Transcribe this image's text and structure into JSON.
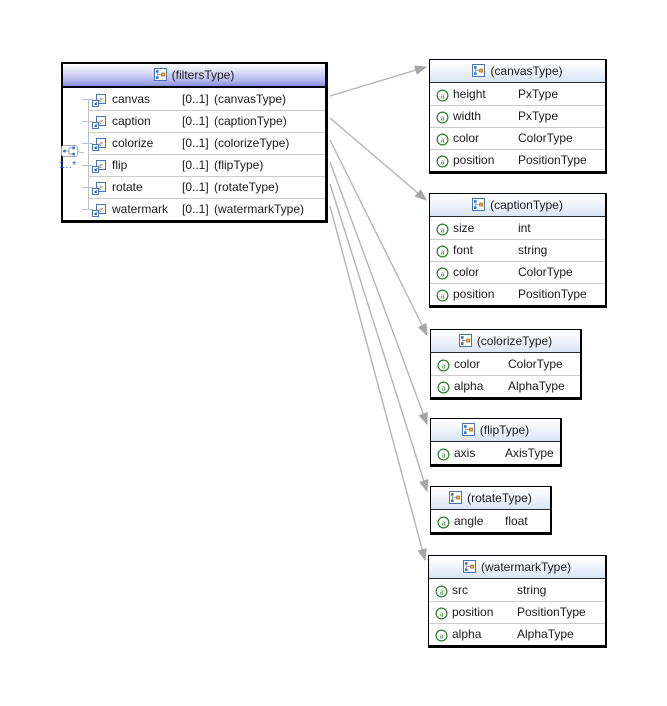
{
  "colors": {
    "selected_header_bottom": "#8a90dd",
    "type_header_bottom": "#d9e4f5",
    "connector_line": "#b5b5b5",
    "attribute_icon_green": "#2e7d32",
    "element_icon_blue": "#4575b4",
    "cardinality_blue": "#2b4fd8"
  },
  "main_box": {
    "title": "(filtersType)",
    "compositor": {
      "icon": "sequence-icon",
      "cardinality": "1..*"
    },
    "rows": [
      {
        "name": "canvas",
        "card": "[0..1]",
        "type": "(canvasType)"
      },
      {
        "name": "caption",
        "card": "[0..1]",
        "type": "(captionType)"
      },
      {
        "name": "colorize",
        "card": "[0..1]",
        "type": "(colorizeType)"
      },
      {
        "name": "flip",
        "card": "[0..1]",
        "type": "(flipType)"
      },
      {
        "name": "rotate",
        "card": "[0..1]",
        "type": "(rotateType)"
      },
      {
        "name": "watermark",
        "card": "[0..1]",
        "type": "(watermarkType)"
      }
    ]
  },
  "type_boxes": [
    {
      "title": "(canvasType)",
      "rows": [
        {
          "name": "height",
          "type": "PxType"
        },
        {
          "name": "width",
          "type": "PxType"
        },
        {
          "name": "color",
          "type": "ColorType"
        },
        {
          "name": "position",
          "type": "PositionType"
        }
      ]
    },
    {
      "title": "(captionType)",
      "rows": [
        {
          "name": "size",
          "type": "int"
        },
        {
          "name": "font",
          "type": "string"
        },
        {
          "name": "color",
          "type": "ColorType"
        },
        {
          "name": "position",
          "type": "PositionType"
        }
      ]
    },
    {
      "title": "(colorizeType)",
      "rows": [
        {
          "name": "color",
          "type": "ColorType"
        },
        {
          "name": "alpha",
          "type": "AlphaType"
        }
      ]
    },
    {
      "title": "(flipType)",
      "rows": [
        {
          "name": "axis",
          "type": "AxisType"
        }
      ]
    },
    {
      "title": "(rotateType)",
      "rows": [
        {
          "name": "angle",
          "type": "float"
        }
      ]
    },
    {
      "title": "(watermarkType)",
      "rows": [
        {
          "name": "src",
          "type": "string"
        },
        {
          "name": "position",
          "type": "PositionType"
        },
        {
          "name": "alpha",
          "type": "AlphaType"
        }
      ]
    }
  ],
  "connections": [
    {
      "from": "canvas",
      "to": "(canvasType)"
    },
    {
      "from": "caption",
      "to": "(captionType)"
    },
    {
      "from": "colorize",
      "to": "(colorizeType)"
    },
    {
      "from": "flip",
      "to": "(flipType)"
    },
    {
      "from": "rotate",
      "to": "(rotateType)"
    },
    {
      "from": "watermark",
      "to": "(watermarkType)"
    }
  ]
}
